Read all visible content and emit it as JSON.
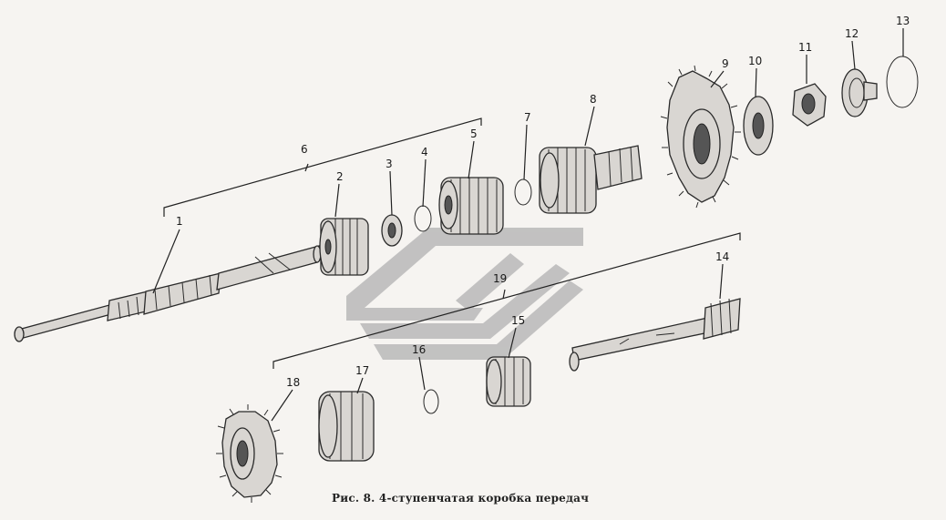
{
  "figure": {
    "caption": "Рис. 8. 4-ступенчатая коробка передач",
    "watermark_color": "#b9b9b9",
    "labels": {
      "l1": "1",
      "l2": "2",
      "l3": "3",
      "l4": "4",
      "l5": "5",
      "l6": "6",
      "l7": "7",
      "l8": "8",
      "l9": "9",
      "l10": "10",
      "l11": "11",
      "l12": "12",
      "l13": "13",
      "l14": "14",
      "l15": "15",
      "l16": "16",
      "l17": "17",
      "l18": "18",
      "l19": "19"
    }
  }
}
